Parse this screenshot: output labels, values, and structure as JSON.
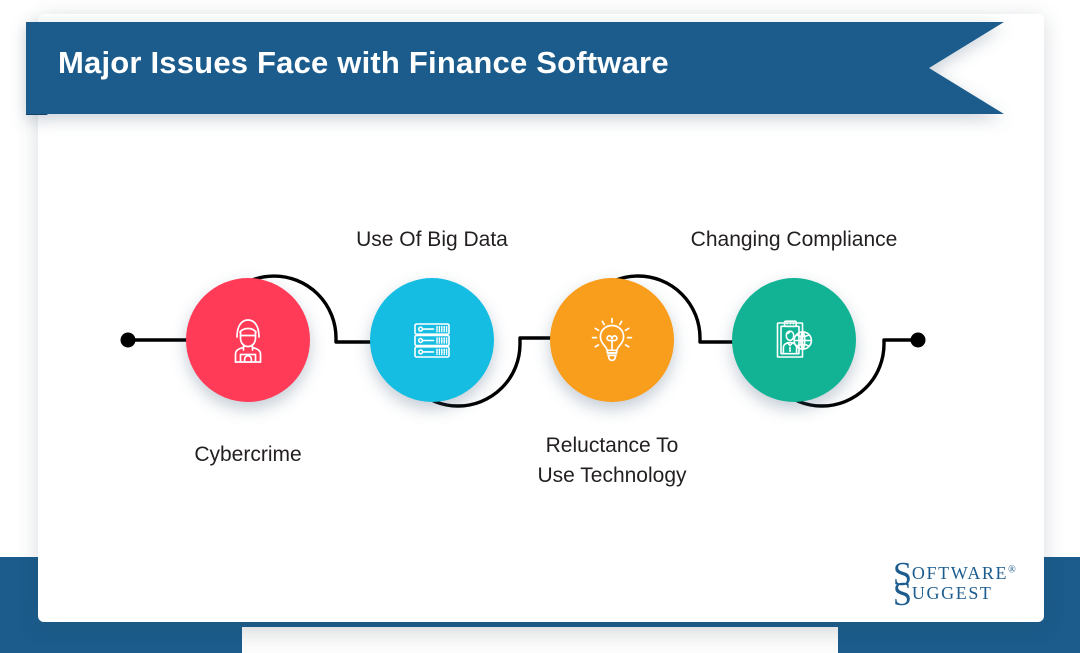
{
  "document": {
    "type": "infographic",
    "title": "Major Issues Face with Finance Software"
  },
  "header": {
    "title": "Major Issues Face with Finance Software",
    "ribbon_color": "#1b5c8c",
    "title_color": "#ffffff"
  },
  "flow": {
    "line_color": "#000000",
    "start_dot": "start-node-dot",
    "end_dot": "end-node-dot",
    "steps": [
      {
        "id": "cybercrime",
        "label": "Cybercrime",
        "label_position": "below",
        "icon": "hacker-hoodie-icon",
        "color": "#ff3b57"
      },
      {
        "id": "use-of-big-data",
        "label": "Use Of Big Data",
        "label_position": "above",
        "icon": "server-stack-icon",
        "color": "#16bde2"
      },
      {
        "id": "reluctance-to-use-technology",
        "label": "Reluctance To\nUse Technology",
        "label_position": "below",
        "icon": "lightbulb-icon",
        "color": "#f99d1c"
      },
      {
        "id": "changing-compliance",
        "label": "Changing Compliance",
        "label_position": "above",
        "icon": "global-profile-icon",
        "color": "#12b394"
      }
    ]
  },
  "footer": {
    "band_color": "#1b5c8c",
    "logo": {
      "line1_cap": "S",
      "line1_rest": "OFTWARE",
      "registered": "®",
      "line2_cap": "S",
      "line2_rest": "UGGEST",
      "color": "#1c5c8e"
    }
  }
}
